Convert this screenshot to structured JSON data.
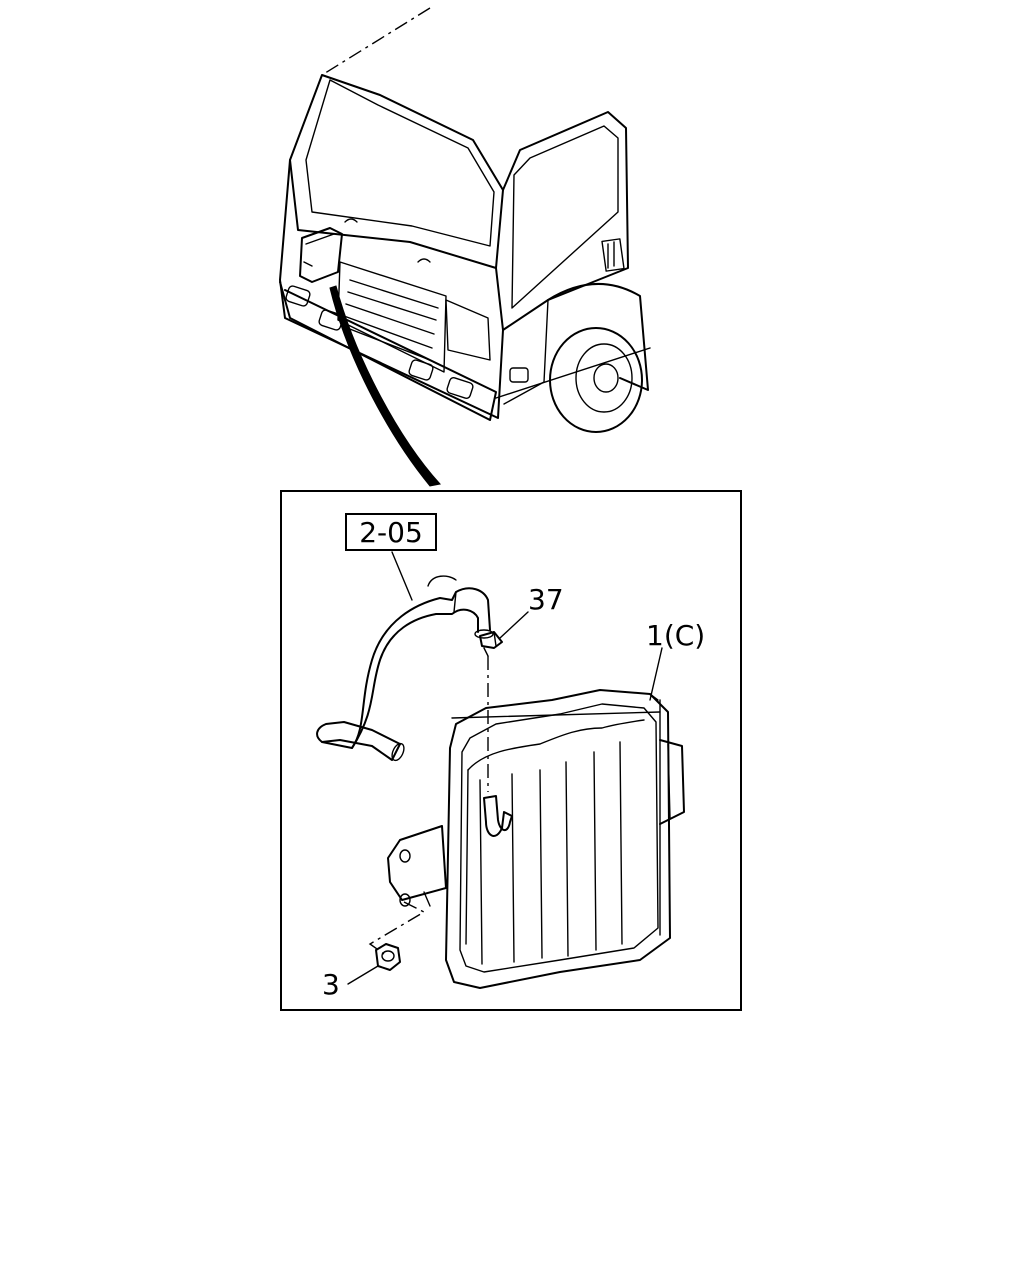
{
  "labels": {
    "reference_box": "2-05",
    "clip_callout": "37",
    "tank_callout": "1(C)",
    "nut_callout": "3"
  }
}
